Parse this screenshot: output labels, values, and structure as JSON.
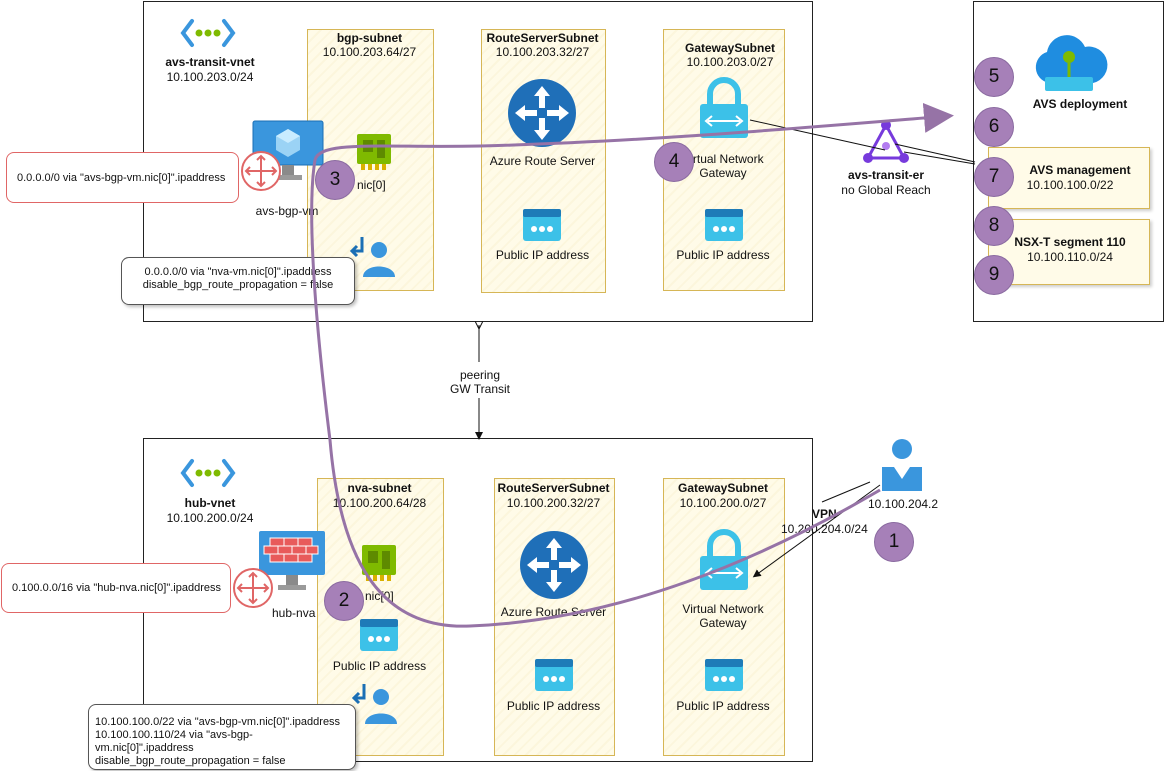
{
  "transit_vnet": {
    "name": "avs-transit-vnet",
    "cidr": "10.100.203.0/24",
    "bgp_subnet": {
      "name": "bgp-subnet",
      "cidr": "10.100.203.64/27",
      "nic_label": "nic[0]"
    },
    "route_server_subnet": {
      "name": "RouteServerSubnet",
      "cidr": "10.100.203.32/27",
      "rs_label": "Azure Route Server",
      "pip_label": "Public IP address"
    },
    "gateway_subnet": {
      "name": "GatewaySubnet",
      "cidr": "10.100.203.0/27",
      "gw_label_line1": "Virtual Network",
      "gw_label_line2": "Gateway",
      "pip_label": "Public IP address"
    },
    "vm_label": "avs-bgp-vm",
    "route_table_left": "0.0.0.0/0 via \"avs-bgp-vm.nic[0]\".ipaddress",
    "route_table_bottom_line1": "0.0.0.0/0 via \"nva-vm.nic[0]\".ipaddress",
    "route_table_bottom_line2": "disable_bgp_route_propagation = false"
  },
  "hub_vnet": {
    "name": "hub-vnet",
    "cidr": "10.100.200.0/24",
    "nva_subnet": {
      "name": "nva-subnet",
      "cidr": "10.100.200.64/28",
      "nic_label": "nic[0]",
      "pip_label": "Public IP address"
    },
    "route_server_subnet": {
      "name": "RouteServerSubnet",
      "cidr": "10.100.200.32/27",
      "rs_label": "Azure Route Server",
      "pip_label": "Public IP address"
    },
    "gateway_subnet": {
      "name": "GatewaySubnet",
      "cidr": "10.100.200.0/27",
      "gw_label_line1": "Virtual Network",
      "gw_label_line2": "Gateway",
      "pip_label": "Public IP address"
    },
    "nva_label": "hub-nva",
    "route_table_left": "0.100.0.0/16 via \"hub-nva.nic[0]\".ipaddress",
    "route_table_bottom_line1": "10.100.100.0/22 via \"avs-bgp-vm.nic[0]\".ipaddress",
    "route_table_bottom_line2": "10.100.100.110/24 via \"avs-bgp-vm.nic[0]\".ipaddress",
    "route_table_bottom_line3": "disable_bgp_route_propagation = false"
  },
  "peering": {
    "line1": "peering",
    "line2": "GW Transit"
  },
  "expressroute": {
    "name": "avs-transit-er",
    "note": "no Global Reach"
  },
  "avs": {
    "deployment_label": "AVS deployment",
    "management_label": "AVS management",
    "management_cidr": "10.100.100.0/22",
    "segment_label": "NSX-T segment 110",
    "segment_cidr": "10.100.110.0/24"
  },
  "onprem": {
    "ip": "10.100.204.2",
    "vpn_label": "VPN",
    "vpn_cidr": "10.200.204.0/24"
  },
  "steps": [
    "1",
    "2",
    "3",
    "4",
    "5",
    "6",
    "7",
    "8",
    "9"
  ],
  "colors": {
    "path": "#9673a6",
    "badge": "#a680b8",
    "subnet_border": "#d6b656",
    "route_border": "#e06666",
    "azure_blue": "#0078d4",
    "green": "#7fba00"
  }
}
